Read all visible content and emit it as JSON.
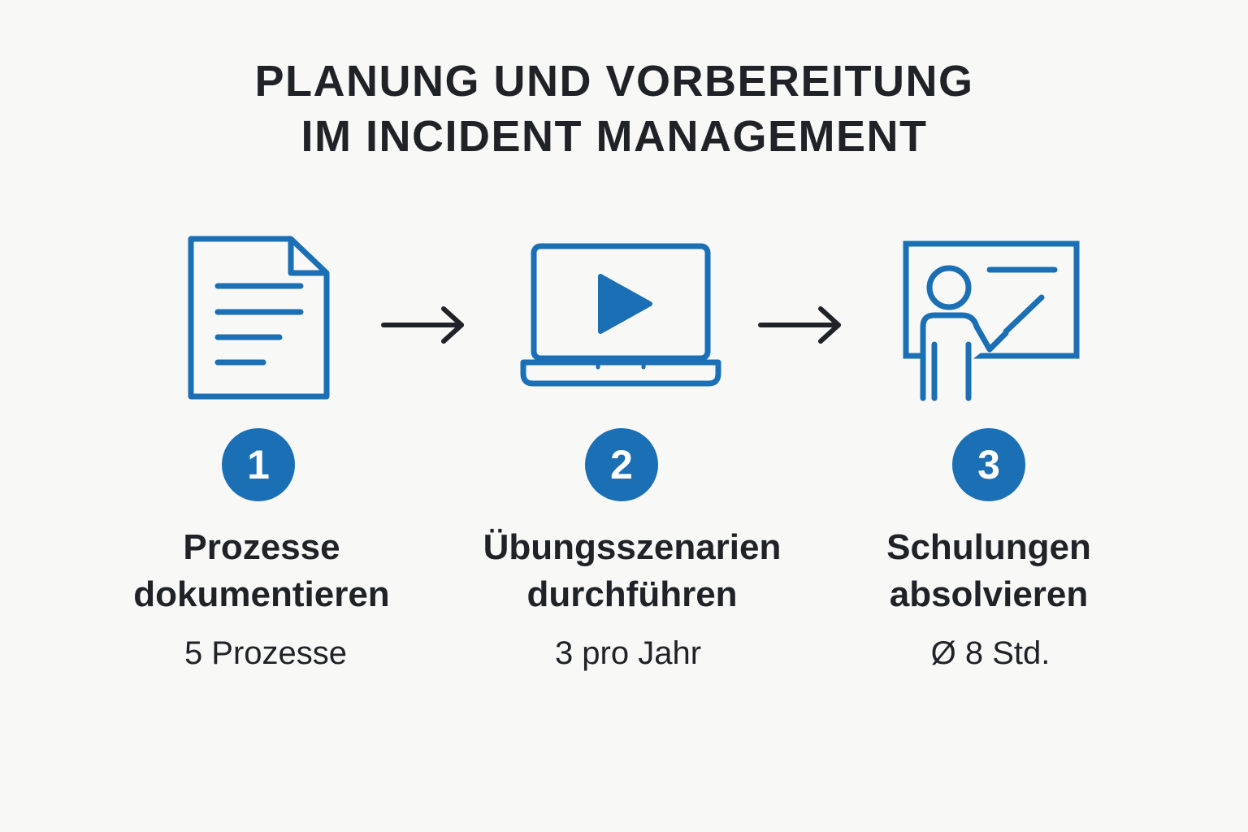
{
  "title": {
    "line1": "PLANUNG UND VORBEREITUNG",
    "line2": "IM INCIDENT MANAGEMENT"
  },
  "colors": {
    "accent": "#1a6fb5",
    "text": "#1f2327",
    "background": "#f8f8f7"
  },
  "steps": [
    {
      "number": "1",
      "icon": "document-icon",
      "label_line1": "Prozesse",
      "label_line2": "dokumentieren",
      "metric": "5 Prozesse"
    },
    {
      "number": "2",
      "icon": "laptop-play-icon",
      "label_line1": "Übungsszenarien",
      "label_line2": "durchführen",
      "metric": "3 pro Jahr"
    },
    {
      "number": "3",
      "icon": "presenter-board-icon",
      "label_line1": "Schulungen",
      "label_line2": "absolvieren",
      "metric": "Ø 8 Std."
    }
  ]
}
